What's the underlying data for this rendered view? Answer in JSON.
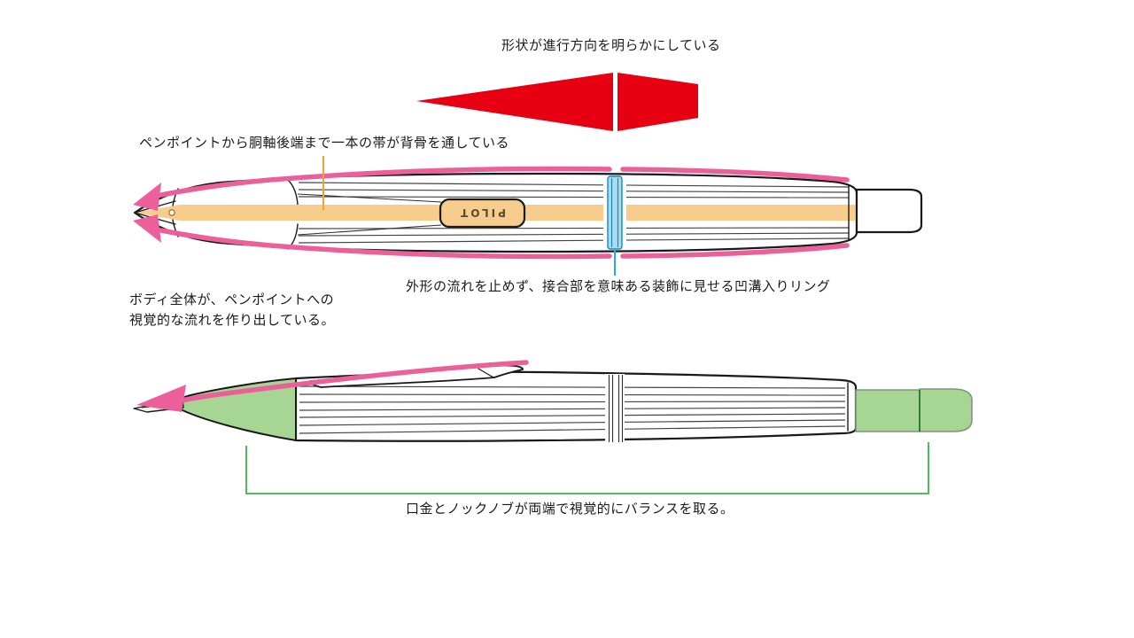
{
  "colors": {
    "background": "#ffffff",
    "red": "#e60012",
    "pink": "#ec5f9b",
    "orange_band": "#f6cd8d",
    "orange_leader": "#f5a12c",
    "blue_ring_fill": "#a9dcee",
    "blue_ring_line": "#1f87b5",
    "blue_leader": "#29abe2",
    "green_fill": "#a7d593",
    "green_leader": "#3bb54a",
    "outline": "#1a1a1a",
    "text": "#1a1a1a"
  },
  "labels": {
    "direction": "形状が進行方向を明らかにしている",
    "spine_band": "ペンポイントから胴軸後端まで一本の帯が背骨を通している",
    "body_flow": [
      "ボディ全体が、ペンポイントへの",
      "視覚的な流れを作り出している。"
    ],
    "ring": "外形の流れを止めず、接合部を意味ある装飾に見せる凹溝入りリング",
    "balance": "口金とノックノブが両端で視覚的にバランスを取る。"
  },
  "pen": {
    "logo": "PILOT"
  }
}
